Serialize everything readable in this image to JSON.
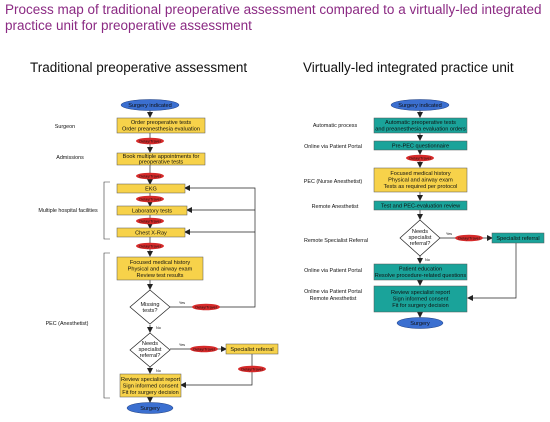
{
  "title": "Process map of traditional preoperative assessment compared to a virtually-led integrated practice unit for preoperative assessment",
  "colors": {
    "title": "#8b2a83",
    "yellow_box": "#f7d24a",
    "teal_box": "#1aa39a",
    "oval": "#3b6fd0",
    "delay": "#d62a2a"
  },
  "left": {
    "heading": "Traditional preoperative assessment",
    "start": "Surgery indicated",
    "end": "Surgery",
    "delay": "Delay/Travel",
    "yes": "Yes",
    "no": "No",
    "lanes": [
      "Surgeon",
      "Admissions",
      "Multiple hospital facilities",
      "PEC (Anesthetist)"
    ],
    "steps": {
      "order": [
        "Order preoperative tests",
        "Order preanesthesia evaluation"
      ],
      "book": [
        "Book multiple appointments for",
        "preoperative tests"
      ],
      "ekg": "EKG",
      "lab": "Laboratory tests",
      "xray": "Chest X-Ray",
      "history": [
        "Focused medical history",
        "Physical and airway exam",
        "Review test results"
      ],
      "missing": [
        "Missing",
        "tests?"
      ],
      "needs": [
        "Needs",
        "specialist",
        "referral?"
      ],
      "referral": "Specialist referral",
      "review": [
        "Review specialist report",
        "Sign informed consent",
        "Fit for surgery decision"
      ]
    }
  },
  "right": {
    "heading": "Virtually-led integrated practice unit",
    "start": "Surgery indicated",
    "end": "Surgery",
    "delay": "Delay/Travel",
    "yes": "Yes",
    "no": "No",
    "lanes": [
      "Automatic process",
      "Online via Patient Portal",
      "PEC (Nurse Anesthetist)",
      "Remote Anesthetist",
      "Remote Specialist Referral",
      "Online via Patient Portal",
      "Online via Patient Portal",
      "Remote Anesthetist"
    ],
    "steps": {
      "auto": [
        "Automatic preoperative tests",
        "and preanesthesia evaluation orders"
      ],
      "questionnaire": "Pre-PEC questionnaire",
      "pec": [
        "Focused medical history",
        "Physical and airway exam",
        "Tests as required per protocol"
      ],
      "remote": "Test and PEC-evaluation review",
      "needs": [
        "Needs",
        "specialist",
        "referral?"
      ],
      "referral": "Specialist referral",
      "education": [
        "Patient education",
        "Resolve procedure-related questions"
      ],
      "review": [
        "Review specialist report",
        "Sign informed consent",
        "Fit for surgery decision"
      ]
    }
  }
}
